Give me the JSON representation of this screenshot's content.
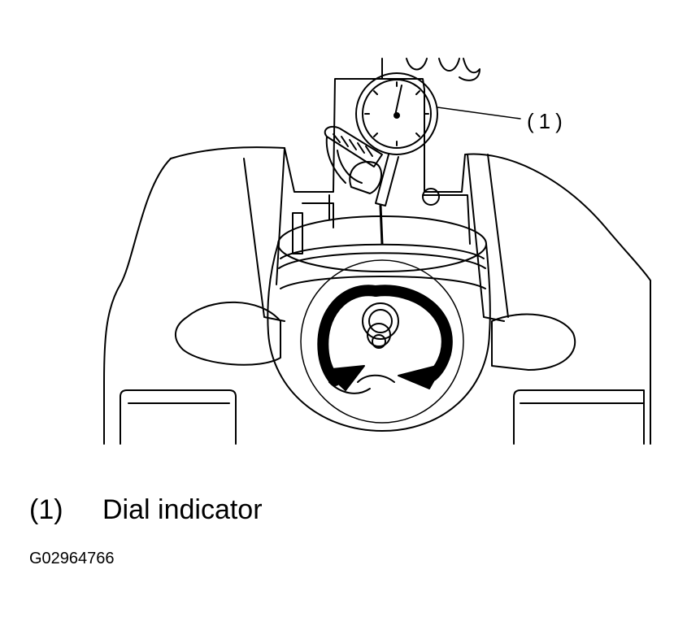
{
  "figure": {
    "callout_label": "(1)",
    "callout_target": "dial-indicator"
  },
  "legend": {
    "items": [
      {
        "number": "(1)",
        "label": "Dial indicator"
      }
    ]
  },
  "figure_id": "G02964766"
}
